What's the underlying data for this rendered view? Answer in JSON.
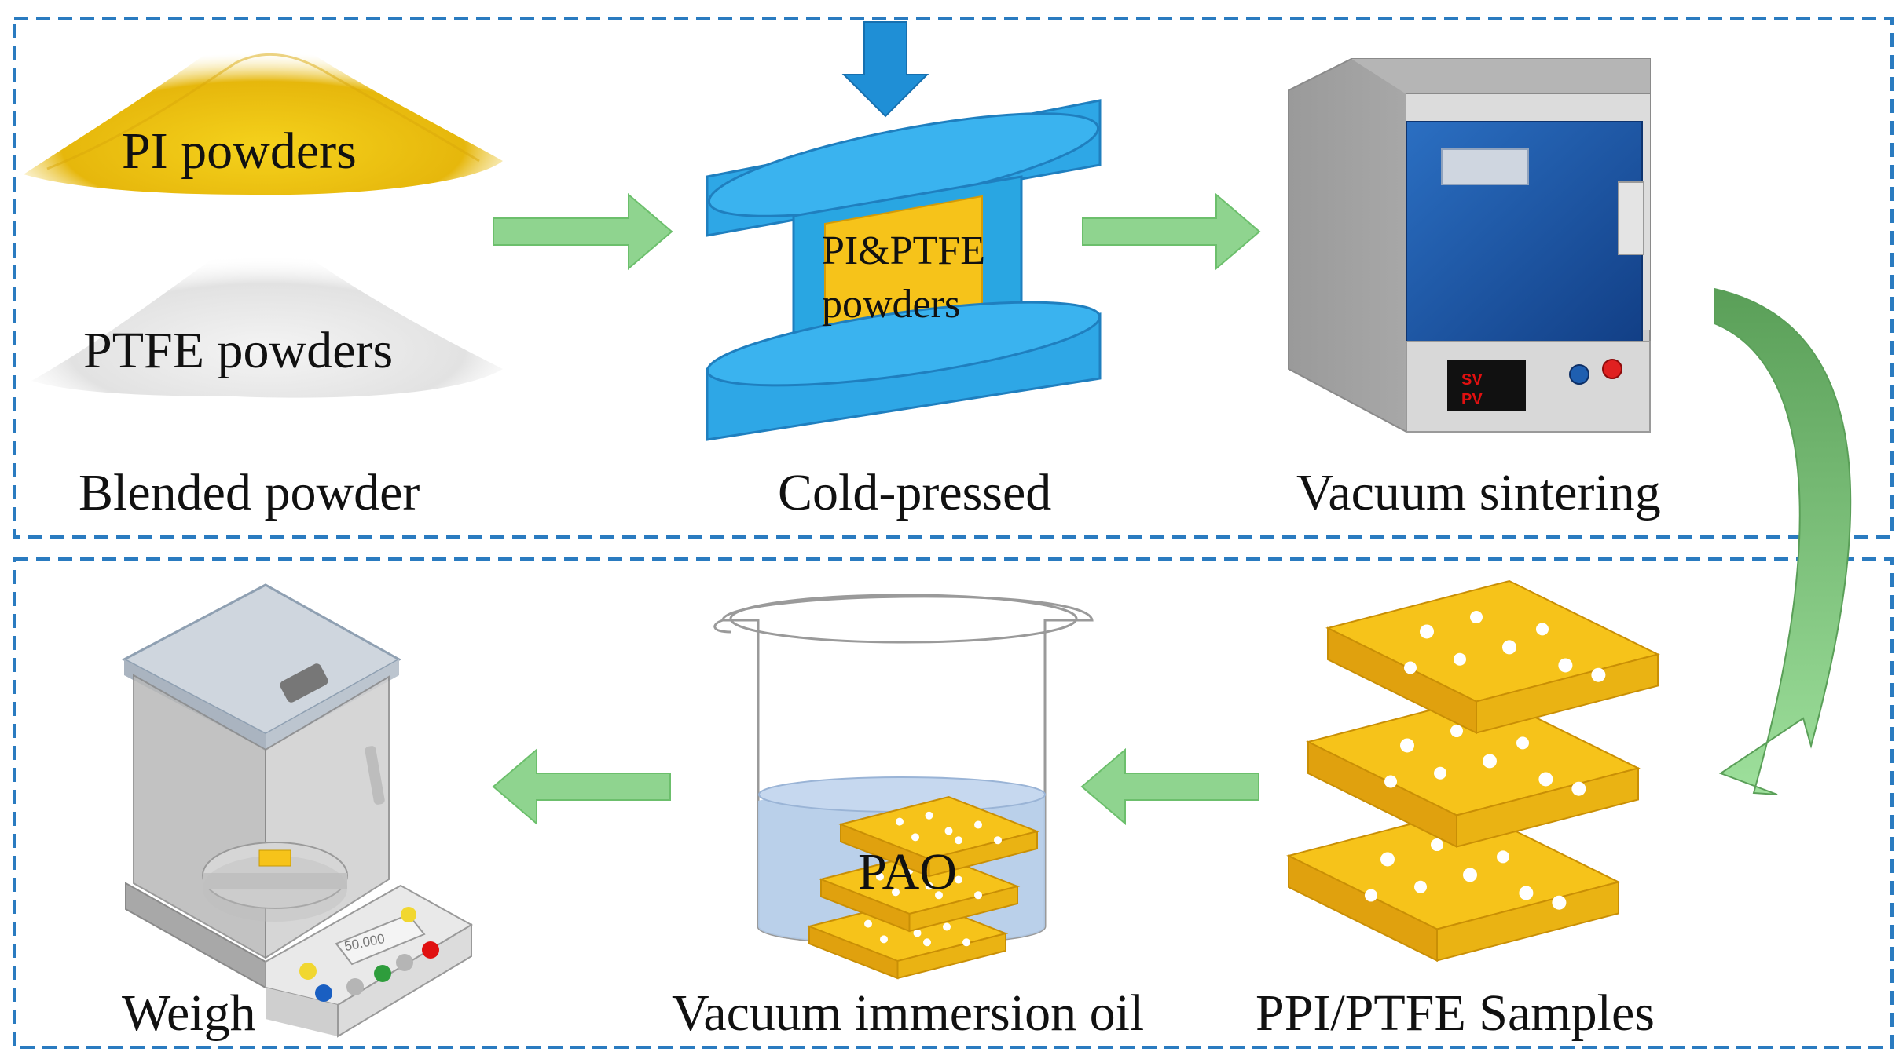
{
  "stages": {
    "blended": "Blended powder",
    "cold_pressed": "Cold-pressed",
    "sintering": "Vacuum sintering",
    "samples": "PPI/PTFE Samples",
    "immersion": "Vacuum immersion oil",
    "weigh": "Weigh"
  },
  "materials": {
    "pi_powders": "PI powders",
    "ptfe_powders": "PTFE powders",
    "mix_line1": "PI&PTFE",
    "mix_line2": "powders",
    "oil": "PAO"
  },
  "oven_display": {
    "sv": "SV",
    "pv": "PV"
  },
  "balance_display": "50.000",
  "colors": {
    "frame_dash": "#2a7bc0",
    "arrow_green": "#8fd48f",
    "press_blue": "#29a6e2",
    "sample_gold": "#f6c31a",
    "oven_door": "#1d5aa8"
  }
}
